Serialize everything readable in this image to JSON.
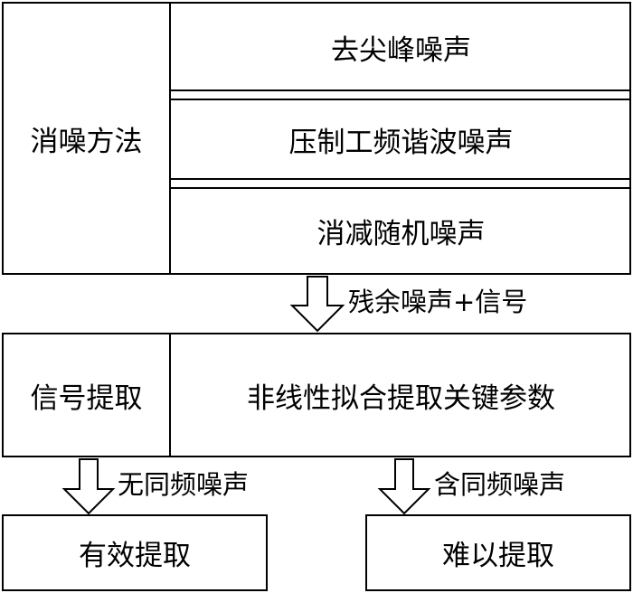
{
  "methods": {
    "label": "消噪方法",
    "items": [
      "去尖峰噪声",
      "压制工频谐波噪声",
      "消减随机噪声"
    ]
  },
  "arrow1": {
    "label": "残余噪声+信号"
  },
  "extraction": {
    "label": "信号提取",
    "process": "非线性拟合提取关键参数"
  },
  "branches": {
    "left": {
      "arrow": "无同频噪声",
      "result": "有效提取"
    },
    "right": {
      "arrow": "含同频噪声",
      "result": "难以提取"
    }
  }
}
